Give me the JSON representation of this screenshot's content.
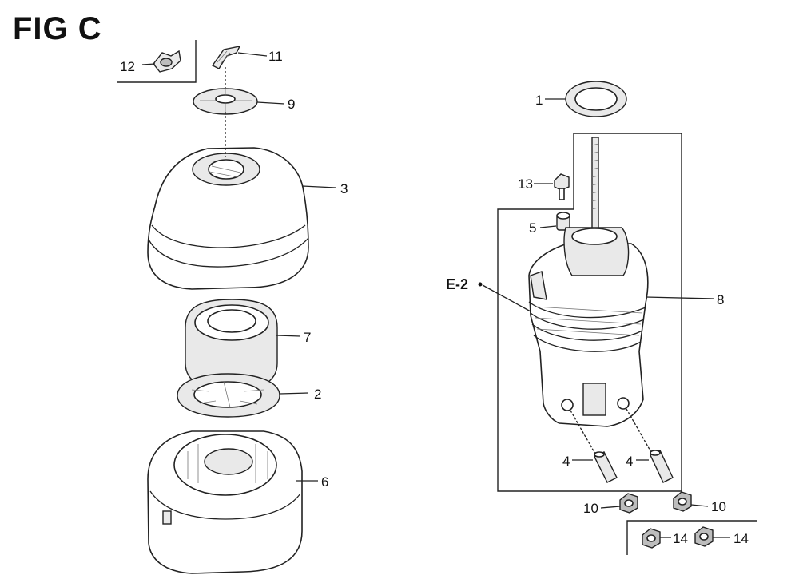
{
  "figure": {
    "title": "FIG C"
  },
  "callouts": {
    "c1": "1",
    "c2": "2",
    "c3": "3",
    "c4a": "4",
    "c4b": "4",
    "c5": "5",
    "c6": "6",
    "c7": "7",
    "c8": "8",
    "c9": "9",
    "c10a": "10",
    "c10b": "10",
    "c11": "11",
    "c12": "12",
    "c13": "13",
    "c14a": "14",
    "c14b": "14",
    "e2": "E-2"
  }
}
